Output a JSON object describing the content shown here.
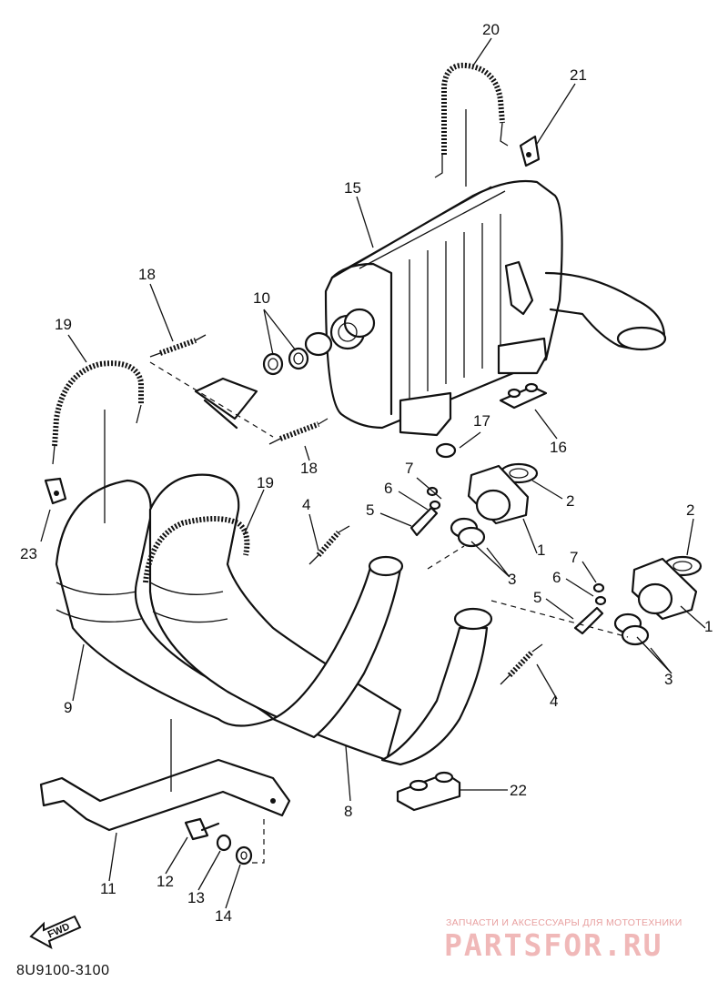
{
  "diagram": {
    "code": "8U9100-3100",
    "fwd_label": "FWD",
    "callouts": [
      {
        "id": "c20",
        "label": "20"
      },
      {
        "id": "c21",
        "label": "21"
      },
      {
        "id": "c15",
        "label": "15"
      },
      {
        "id": "c18a",
        "label": "18"
      },
      {
        "id": "c10",
        "label": "10"
      },
      {
        "id": "c19a",
        "label": "19"
      },
      {
        "id": "c17",
        "label": "17"
      },
      {
        "id": "c16",
        "label": "16"
      },
      {
        "id": "c18b",
        "label": "18"
      },
      {
        "id": "c7a",
        "label": "7"
      },
      {
        "id": "c6a",
        "label": "6"
      },
      {
        "id": "c2a",
        "label": "2"
      },
      {
        "id": "c5a",
        "label": "5"
      },
      {
        "id": "c19b",
        "label": "19"
      },
      {
        "id": "c4a",
        "label": "4"
      },
      {
        "id": "c1a",
        "label": "1"
      },
      {
        "id": "c2b",
        "label": "2"
      },
      {
        "id": "c23",
        "label": "23"
      },
      {
        "id": "c3a",
        "label": "3"
      },
      {
        "id": "c7b",
        "label": "7"
      },
      {
        "id": "c6b",
        "label": "6"
      },
      {
        "id": "c5b",
        "label": "5"
      },
      {
        "id": "c1b",
        "label": "1"
      },
      {
        "id": "c3b",
        "label": "3"
      },
      {
        "id": "c9",
        "label": "9"
      },
      {
        "id": "c4b",
        "label": "4"
      },
      {
        "id": "c8",
        "label": "8"
      },
      {
        "id": "c22",
        "label": "22"
      },
      {
        "id": "c11",
        "label": "11"
      },
      {
        "id": "c12",
        "label": "12"
      },
      {
        "id": "c13",
        "label": "13"
      },
      {
        "id": "c14",
        "label": "14"
      }
    ]
  },
  "watermark": {
    "tagline": "ЗАПЧАСТИ И АКСЕССУАРЫ ДЛЯ МОТОТЕХНИКИ",
    "logo": "PARTSFOR.RU",
    "color": "#f0b8b8"
  }
}
